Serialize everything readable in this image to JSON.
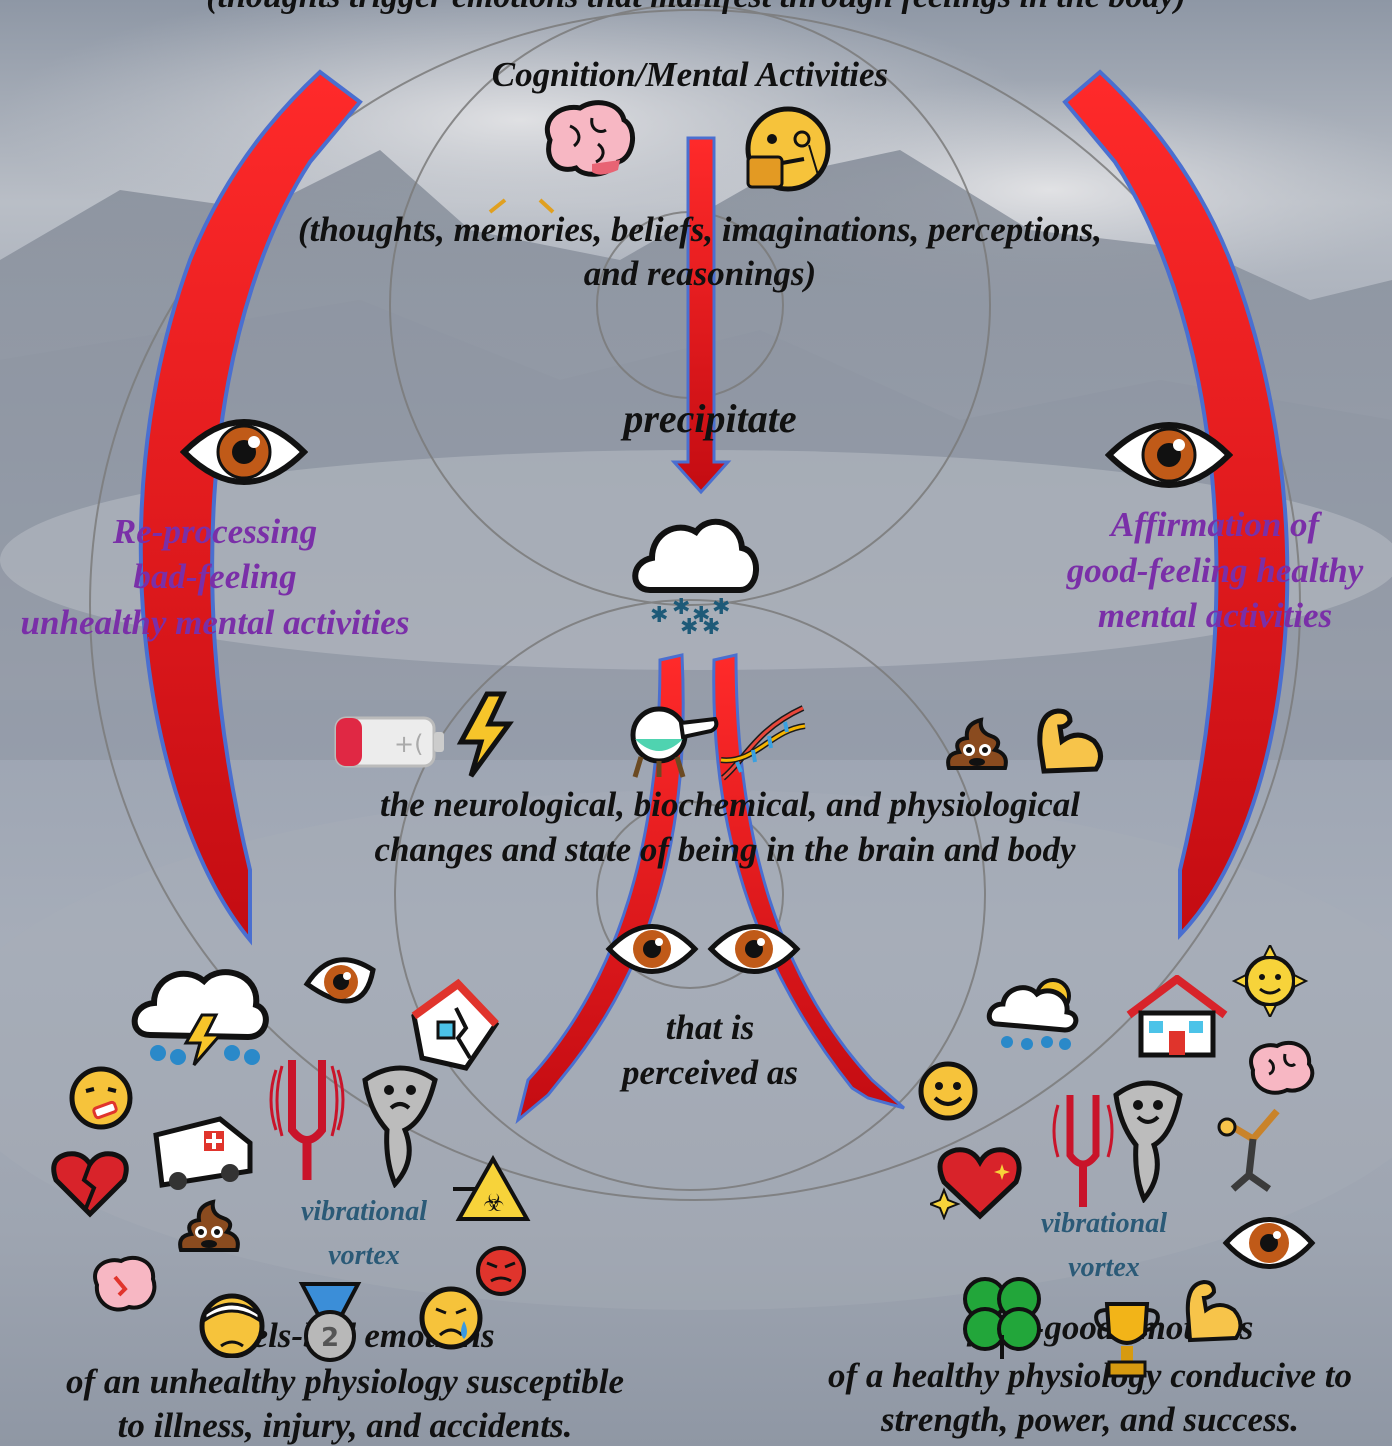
{
  "top_heading": "(thoughts trigger emotions that manifest through feelings in the body)",
  "cognition": {
    "title": "Cognition/Mental Activities",
    "subtitle_line1": "(thoughts, memories, beliefs, imaginations, perceptions,",
    "subtitle_line2": "and reasonings)"
  },
  "center": {
    "precipitate": "precipitate",
    "changes_line1": "the neurological, biochemical, and physiological",
    "changes_line2": "changes and state of being in the brain and body",
    "perceived_line1": "that is",
    "perceived_line2": "perceived as"
  },
  "left_loop": {
    "line1": "Re-processing",
    "line2": "bad-feeling",
    "line3": "unhealthy mental activities"
  },
  "right_loop": {
    "line1": "Affirmation of",
    "line2": "good-feeling healthy",
    "line3": "mental activities"
  },
  "bottom_left": {
    "vortex_line1": "vibrational",
    "vortex_line2": "vortex",
    "emotions_line1": "feels-bad emotions",
    "emotions_line2": "of an unhealthy physiology susceptible",
    "emotions_line3": "to illness, injury, and accidents."
  },
  "bottom_right": {
    "vortex_line1": "vibrational",
    "vortex_line2": "vortex",
    "emotions_line1": "feels-good emotions",
    "emotions_line2": "of a healthy physiology conducive to",
    "emotions_line3": "strength, power, and success."
  },
  "icons": {
    "brain": "brain-icon",
    "thinking": "thinking-face-icon",
    "snow_cloud": "cloud-with-snow-icon",
    "battery": "low-battery-icon",
    "lightning": "lightning-icon",
    "flask": "chemistry-flask-icon",
    "dna": "dna-icon",
    "poo": "pile-of-poo-icon",
    "muscle": "flexed-biceps-icon",
    "eye": "eye-icon",
    "storm": "thunder-cloud-icon",
    "broken_house": "damaged-house-icon",
    "broken_heart": "broken-heart-icon",
    "ambulance": "ambulance-icon",
    "tornado": "tornado-icon",
    "tuning_fork": "tuning-fork-icon",
    "biohazard": "biohazard-warning-icon",
    "angry": "angry-face-icon",
    "medal": "second-place-medal-icon",
    "sun": "sun-icon",
    "house": "house-icon",
    "sparkling_heart": "sparkling-heart-icon",
    "clover": "four-leaf-clover-icon",
    "trophy": "trophy-icon",
    "smile": "smiling-face-icon",
    "acrobat": "gymnast-icon"
  },
  "colors": {
    "arrow_red": "#e8141b",
    "arrow_outline": "#4a6fd0",
    "loop_text": "#7a2fa8",
    "vortex_text": "#2b5a77",
    "main_text": "#111111"
  }
}
